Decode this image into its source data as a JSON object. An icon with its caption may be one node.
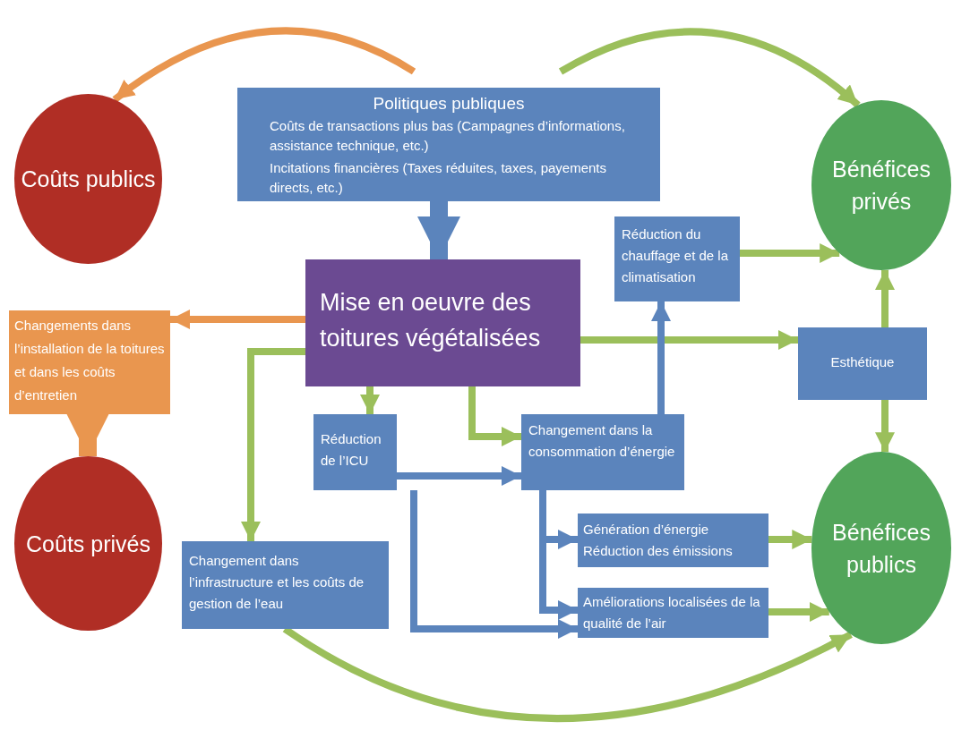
{
  "diagram": {
    "nodes": [
      {
        "text": [
          "Coûts publics"
        ]
      },
      {
        "text": [
          "Bénéfices privés"
        ]
      },
      {
        "text": [
          "Politiques publiques",
          "Coûts de transactions plus bas (Campagnes d’informations, assistance technique, etc.)",
          "Incitations financières (Taxes réduites, taxes, payements directs, etc.)"
        ]
      },
      {
        "text": [
          "Réduction du chauffage et de la climatisation"
        ]
      },
      {
        "text": [
          "Mise en oeuvre des toitures végétalisées"
        ]
      },
      {
        "text": [
          "Changements dans l’installation de la toitures et dans les coûts d’entretien"
        ]
      },
      {
        "text": [
          "Esthétique"
        ]
      },
      {
        "text": [
          "Réduction de l’ICU"
        ]
      },
      {
        "text": [
          "Changement dans la consommation d’énergie"
        ]
      },
      {
        "text": [
          "Coûts privés"
        ]
      },
      {
        "text": [
          "Génération d’énergie",
          "Réduction des émissions"
        ]
      },
      {
        "text": [
          "Changement dans l’infrastructure et les coûts de gestion de l’eau"
        ]
      },
      {
        "text": [
          "Améliorations localisées de la qualité de l’air"
        ]
      },
      {
        "text": [
          "Bénéfices publics"
        ]
      }
    ],
    "edges": [
      {
        "from": null,
        "to": 0,
        "arrow": "to",
        "color": "#e9964f"
      },
      {
        "from": null,
        "to": 1,
        "arrow": "to"
      },
      {
        "from": 2,
        "to": 4,
        "arrow": "to",
        "style": "thick",
        "color": "#5b84bc"
      },
      {
        "from": 4,
        "to": 5,
        "arrow": "to",
        "color": "#e9964f"
      },
      {
        "from": 5,
        "to": 9,
        "arrow": "to",
        "style": "thick",
        "color": "#e9964f"
      },
      {
        "from": 4,
        "to": 11,
        "arrow": "to"
      },
      {
        "from": 4,
        "to": 7,
        "arrow": "to"
      },
      {
        "from": 4,
        "to": 8,
        "arrow": "to"
      },
      {
        "from": 4,
        "to": 6,
        "arrow": "to"
      },
      {
        "from": 3,
        "to": 1,
        "arrow": "to"
      },
      {
        "from": 8,
        "to": 3,
        "arrow": "to",
        "color": "#5b84bc"
      },
      {
        "from": 7,
        "to": 8,
        "arrow": "to",
        "color": "#5b84bc"
      },
      {
        "from": 7,
        "to": 12,
        "arrow": "to",
        "color": "#5b84bc"
      },
      {
        "from": 8,
        "to": 10,
        "arrow": "to",
        "color": "#5b84bc"
      },
      {
        "from": 8,
        "to": 12,
        "arrow": "to",
        "color": "#5b84bc"
      },
      {
        "from": 10,
        "to": 13,
        "arrow": "to"
      },
      {
        "from": 12,
        "to": 13,
        "arrow": "to"
      },
      {
        "from": 6,
        "to": 1,
        "arrow": "to"
      },
      {
        "from": 6,
        "to": 13,
        "arrow": "to"
      },
      {
        "from": 11,
        "to": 13,
        "arrow": "to"
      }
    ]
  }
}
